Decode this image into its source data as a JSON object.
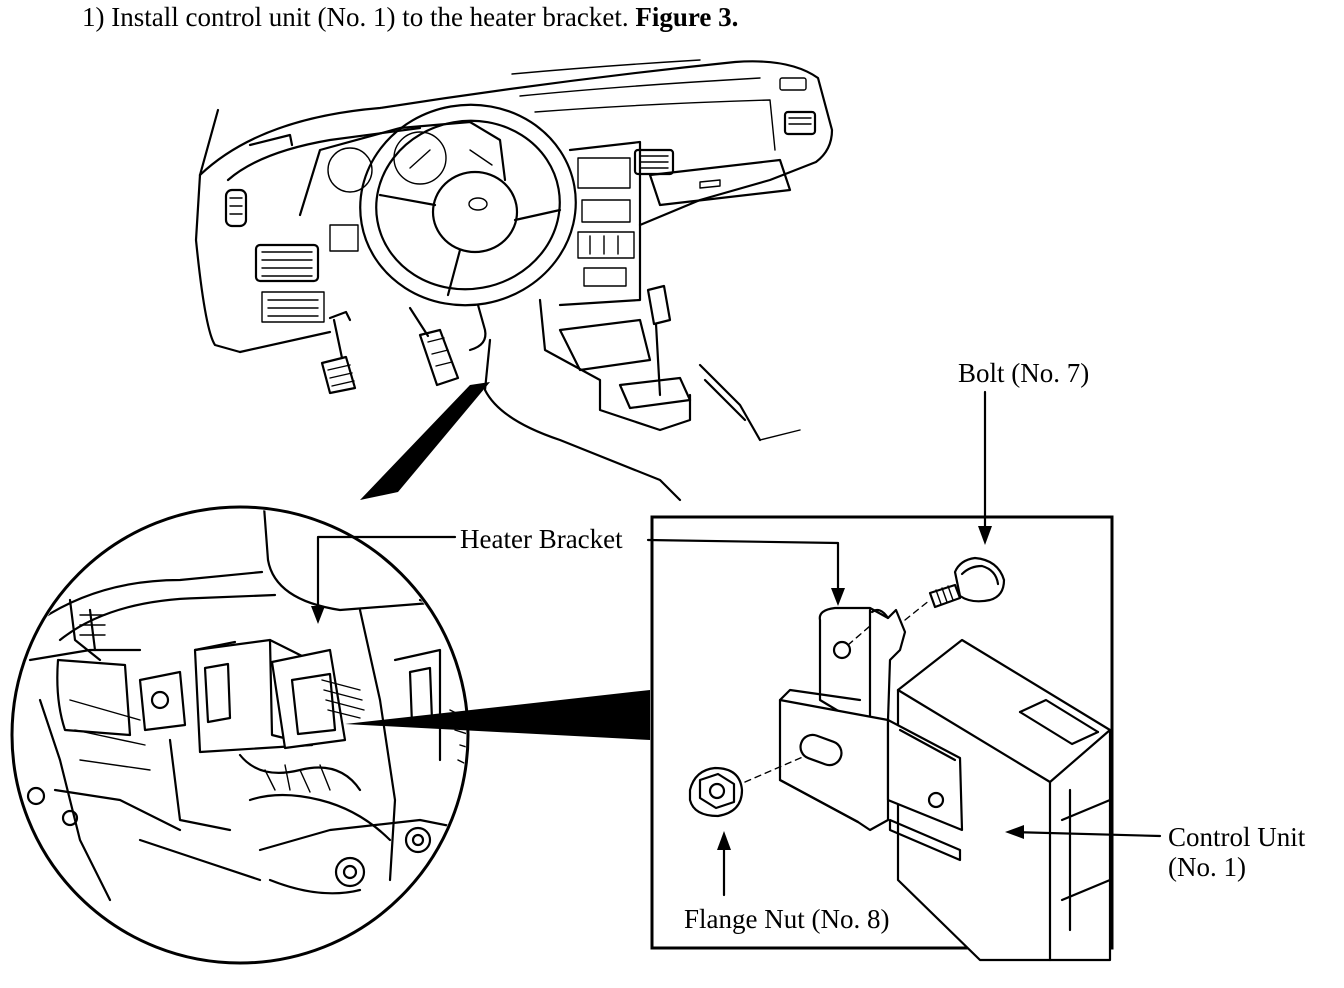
{
  "instruction": {
    "step": "1)",
    "text": "Install control unit (No. 1) to the heater bracket.",
    "figure_ref": "Figure 3."
  },
  "labels": {
    "bolt": "Bolt (No. 7)",
    "heater_bracket": "Heater Bracket",
    "control_unit_line1": "Control Unit",
    "control_unit_line2": "(No. 1)",
    "flange_nut": "Flange Nut (No. 8)"
  },
  "colors": {
    "ink": "#000000",
    "paper": "#ffffff"
  }
}
